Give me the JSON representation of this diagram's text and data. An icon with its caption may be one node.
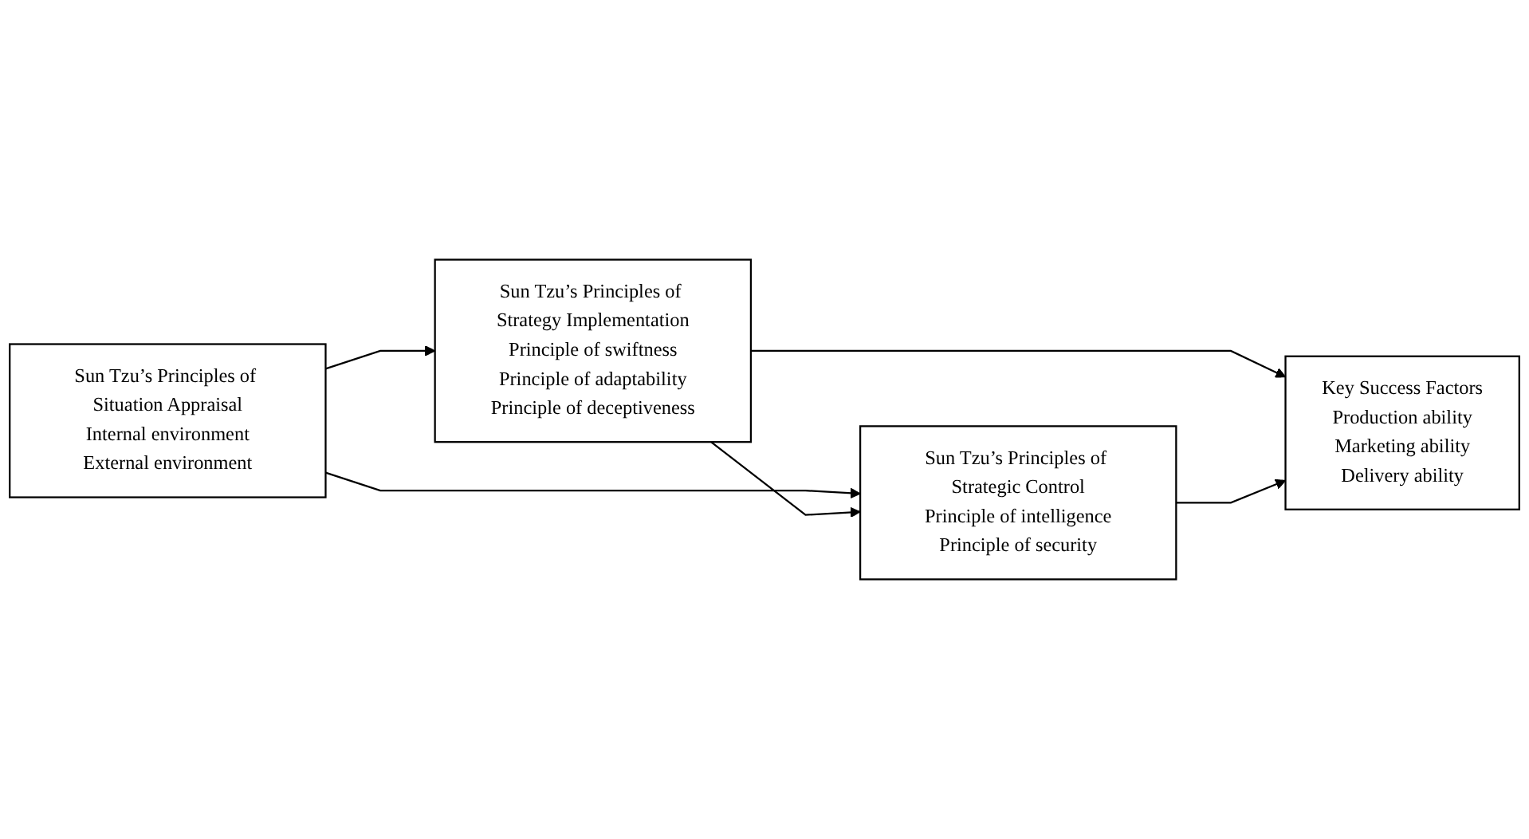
{
  "diagram": {
    "nodes": [
      {
        "text": [
          "Sun Tzu’s Principles of Situation Appraisal",
          "Internal environment",
          "External environment"
        ]
      },
      {
        "text": [
          "Sun Tzu’s Principles of Strategy Implementation",
          "Principle of swiftness",
          "Principle of adaptability",
          "Principle of deceptiveness"
        ]
      },
      {
        "text": [
          "Sun Tzu’s Principles of Strategic Control",
          "Principle of intelligence",
          "Principle of security"
        ]
      },
      {
        "text": [
          "Key Success Factors",
          "Production ability",
          "Marketing ability",
          "Delivery ability"
        ]
      }
    ],
    "edges": [
      {
        "from": 0,
        "to": 1,
        "arrow": "to"
      },
      {
        "from": 0,
        "to": 2,
        "arrow": "to"
      },
      {
        "from": 1,
        "to": 2,
        "arrow": "to"
      },
      {
        "from": 1,
        "to": 3,
        "arrow": "to"
      },
      {
        "from": 2,
        "to": 3,
        "arrow": "to"
      }
    ]
  }
}
